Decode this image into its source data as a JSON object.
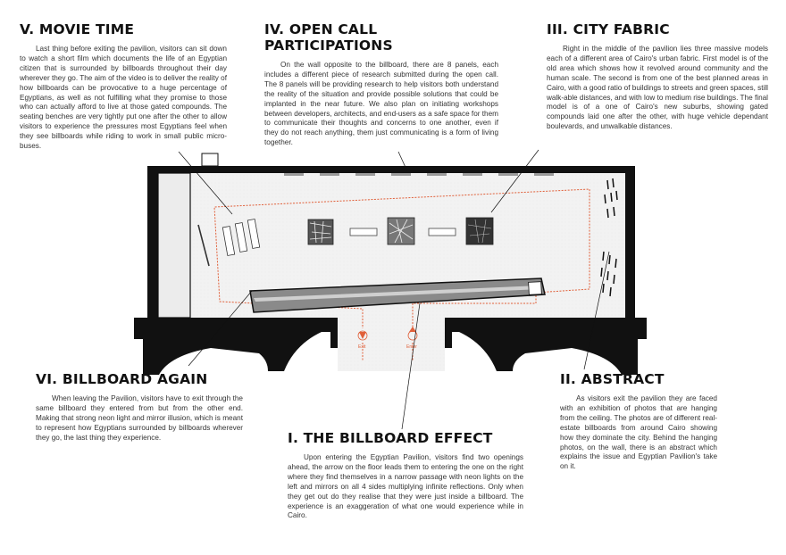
{
  "sections": {
    "movie_time": {
      "title": "V. MOVIE TIME",
      "text": "Last thing before exiting the pavilion, visitors can sit down to watch a short film which documents the life of an Egyptian citizen that is surrounded by billboards throughout their day wherever they go. The aim of the video is to deliver the reality of how billboards can be provocative to a huge percentage of Egyptians, as well as not fulfilling what they promise to those who can actually afford to live at those gated compounds. The seating benches are very tightly put one after the other to allow visitors to experience the pressures most Egyptians feel when they see billboards while riding to work in small public micro-buses."
    },
    "open_call": {
      "title": "IV. OPEN CALL PARTICIPATIONS",
      "text": "On the wall opposite to the billboard, there are 8 panels, each includes a different piece of research submitted during the open call. The 8 panels will be providing research to help visitors both understand the reality of the situation and provide possible solutions that could be implanted in the near future. We also plan on initiating workshops between developers, architects, and end-users as a safe space for them to communicate their thoughts and concerns to one another, even if they do not reach anything, them just communicating is a form of living together."
    },
    "city_fabric": {
      "title": "III. CITY FABRIC",
      "text": "Right in the middle of the pavilion lies three massive models each of a different area of Cairo's urban fabric. First model is of the old area which shows how it revolved around community and the human scale. The second is from one of the best planned areas in Cairo, with a good ratio of buildings to streets and green spaces, still walk-able distances, and with low to medium rise buildings. The final model is of a one of Cairo's new suburbs, showing gated compounds laid one after the other, with huge vehicle dependant boulevards, and unwalkable distances."
    },
    "billboard_again": {
      "title": "VI. BILLBOARD AGAIN",
      "text": "When leaving the Pavilion, visitors have to exit through the same billboard they entered from but from the other end. Making that strong neon light and mirror illusion, which is meant to represent how Egyptians surrounded by billboards wherever they go, the last thing they experience."
    },
    "billboard_effect": {
      "title": "I. THE BILLBOARD EFFECT",
      "text": "Upon entering the Egyptian Pavilion, visitors find two openings ahead, the arrow on the floor leads them to entering the one on the right where they find themselves in a narrow passage with neon lights on the left and mirrors on all 4 sides multiplying infinite reflections. Only when they get out do they realise that they were just inside a billboard. The experience is an exaggeration of what one would experience while in Cairo."
    },
    "abstract": {
      "title": "II. ABSTRACT",
      "text": "As visitors exit the pavilion they are faced with an exhibition of photos that are hanging from the ceiling. The photos are of different real-estate billboards from around Cairo showing how they dominate the city. Behind the hanging photos, on the wall, there is an abstract which explains the issue and Egyptian Pavilion's take on it."
    }
  },
  "plan": {
    "exit_label": "Exit",
    "enter_label": "Enter",
    "path_color": "#e0603a",
    "wall_color": "#111111"
  }
}
